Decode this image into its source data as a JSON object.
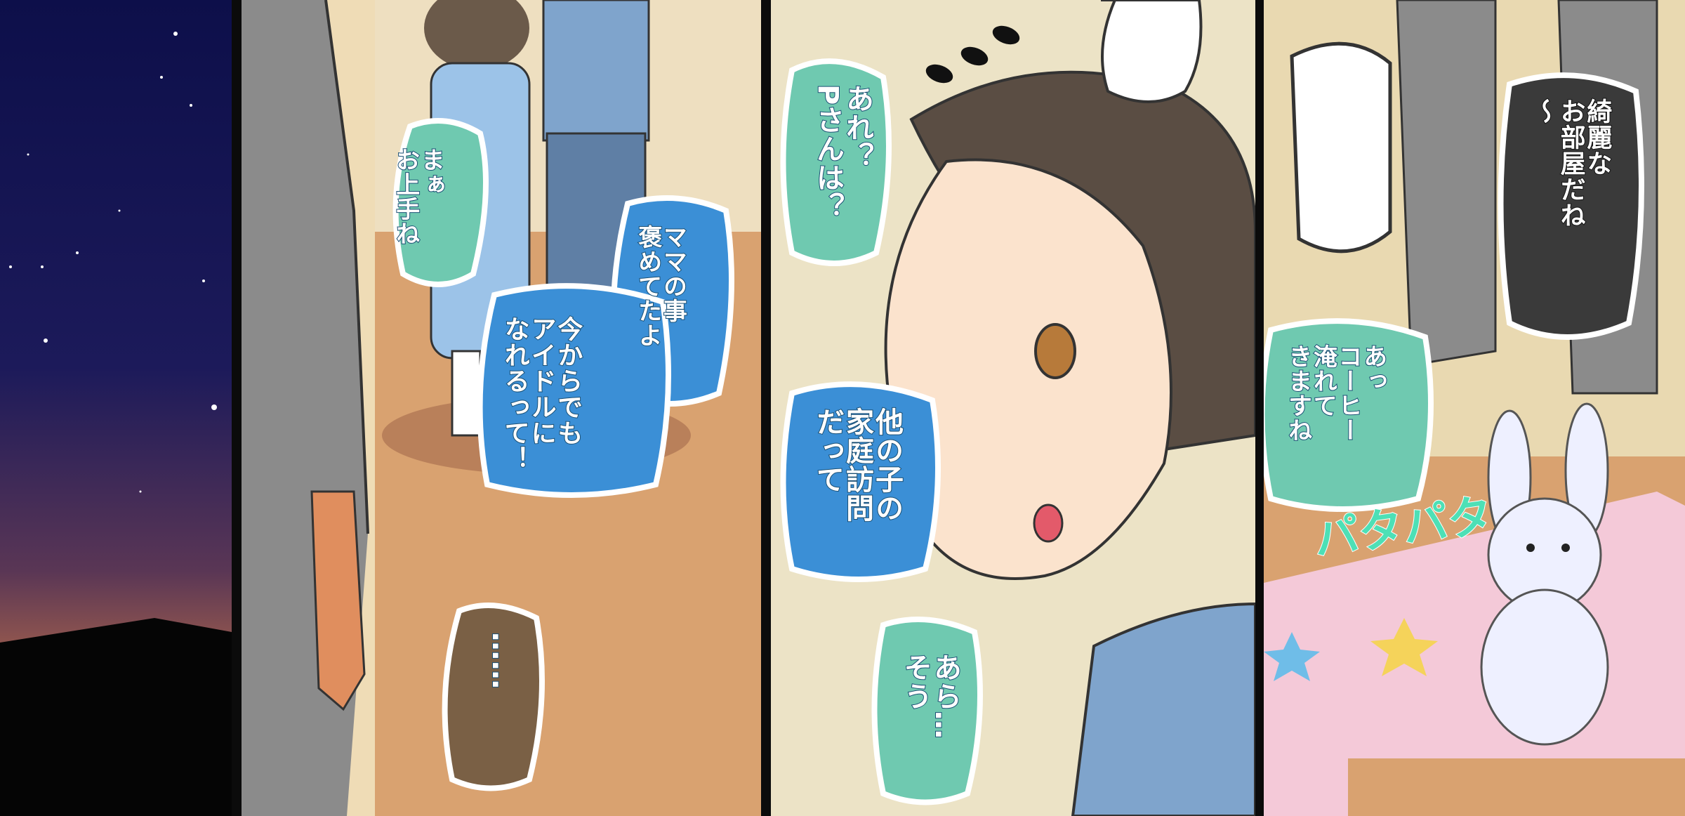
{
  "bubbles": {
    "b1": "まぁ\nお上手ね",
    "b2": "ママの事\n褒めてたよ",
    "b3": "今からでも\nアイドルに\nなれるって！",
    "b4": "……",
    "b5": "あれ？\nPさんは？",
    "b6": "他の子の\n家庭訪問\nだって",
    "b7": "あら…\nそう",
    "b8": "綺麗な\nお部屋だね\n〜",
    "b9": "あっ\nコーヒー\n淹れて\nきますね"
  },
  "sfx": {
    "patapata": "パタパタ"
  },
  "colors": {
    "teal_bubble": "#6fc9b0",
    "blue_bubble": "#3b8fd6",
    "brown_bubble": "#7a6045",
    "dark_bubble": "#3a3a3a"
  }
}
